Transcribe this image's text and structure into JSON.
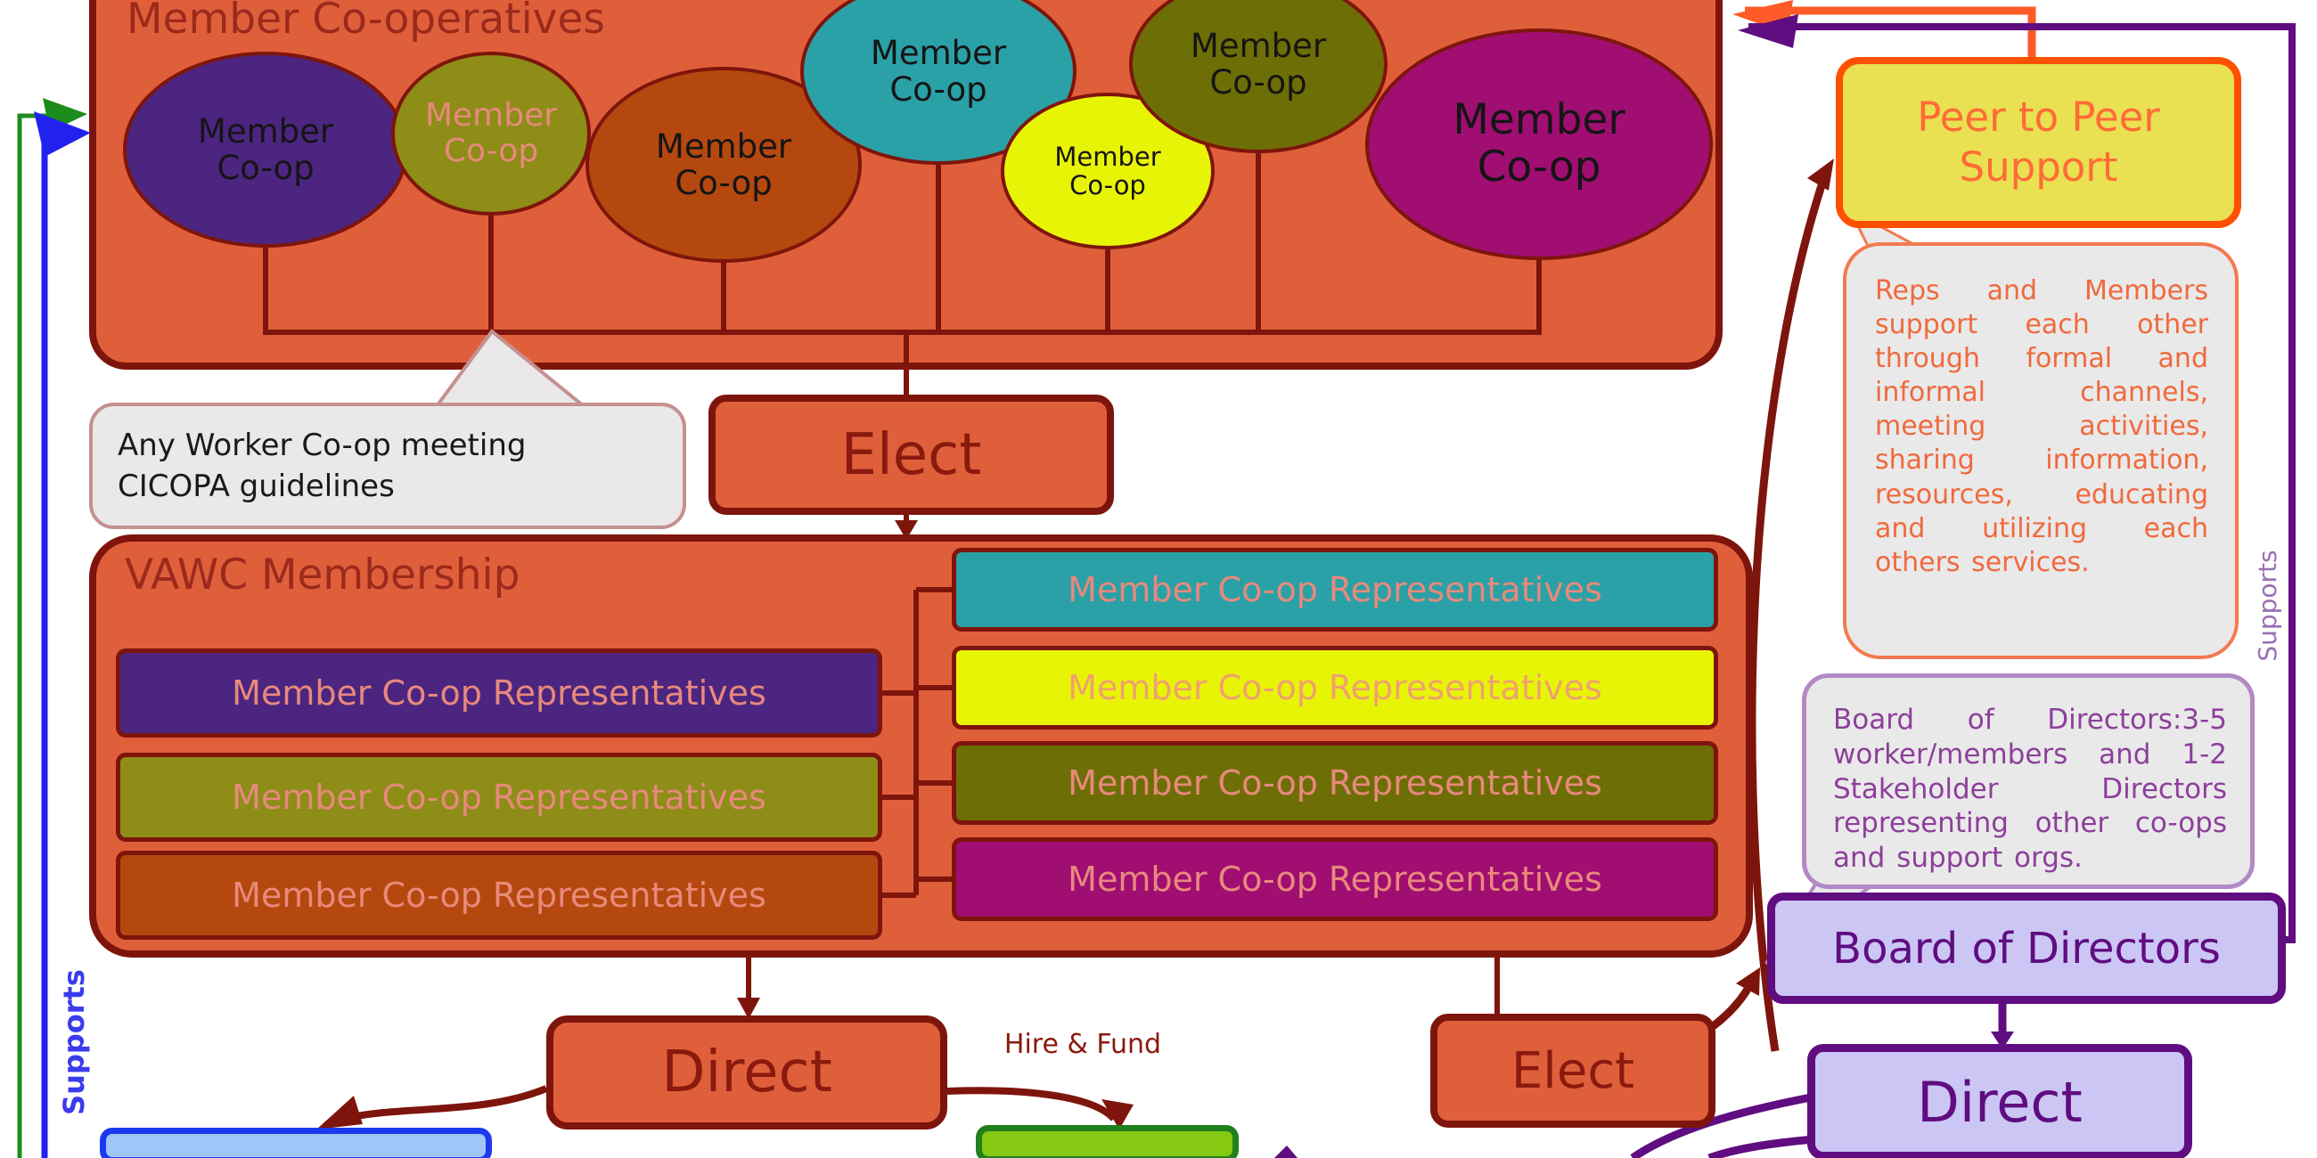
{
  "top_box": {
    "title": "Member Co-operatives",
    "ellipse_label": "Member Co-op"
  },
  "callout": {
    "line1": "Any Worker Co-op meeting",
    "line2": "CICOPA guidelines"
  },
  "elect_top_label": "Elect",
  "vawc": {
    "title": "VAWC Membership",
    "rep_label": "Member Co-op Representatives"
  },
  "direct_label": "Direct",
  "hire_fund_label": "Hire & Fund",
  "elect_bottom_label": "Elect",
  "peer_support": {
    "line1": "Peer to Peer",
    "line2": "Support"
  },
  "peer_note": "Reps and Members support each other through formal and informal channels, meeting activities, sharing information, resources, educating and utilizing each others services.",
  "board_note": "Board of Directors:3-5 worker/members and 1-2 Stakeholder Directors representing other co-ops and support orgs.",
  "board_label": "Board of Directors",
  "direct_bottom_label": "Direct",
  "supports_left_label": "Supports",
  "supports_right_label": "Supports",
  "colors": {
    "container_fill": "#e05f3b",
    "container_border": "#7e150c",
    "dark_red_text": "#8a1a0e",
    "title_red": "#9c2a1c",
    "purple_ellipse": "#4c2580",
    "olive_ellipse": "#8d8d18",
    "dark_orange_ellipse": "#b5480e",
    "teal_ellipse": "#2aa1a6",
    "yellow_ellipse": "#e8f406",
    "dark_olive_ellipse": "#6e6e06",
    "magenta_ellipse": "#a00e72",
    "row_text_salmon": "#e8897c",
    "peer_box_fill": "#e9e052",
    "peer_box_border": "#fe5000",
    "peer_text": "#fe6b36",
    "note_fill": "#e9e9e9",
    "peer_note_text": "#f0693d",
    "board_note_text": "#8d3f9b",
    "board_note_border": "#b289c5",
    "lavender_fill": "#ccc6f4",
    "dark_purple": "#5f0d80",
    "blue_box_fill": "#9fc6f7",
    "blue_box_border": "#1d39ee",
    "green_box_fill": "#86c912",
    "green_box_border": "#20801d",
    "green_arrow": "#1c8c1c",
    "blue_arrow": "#2222ee",
    "orange_arrow": "#fe5b28",
    "supports_left_blue": "#3b3bee",
    "supports_right_purple": "#9a6fb5"
  }
}
